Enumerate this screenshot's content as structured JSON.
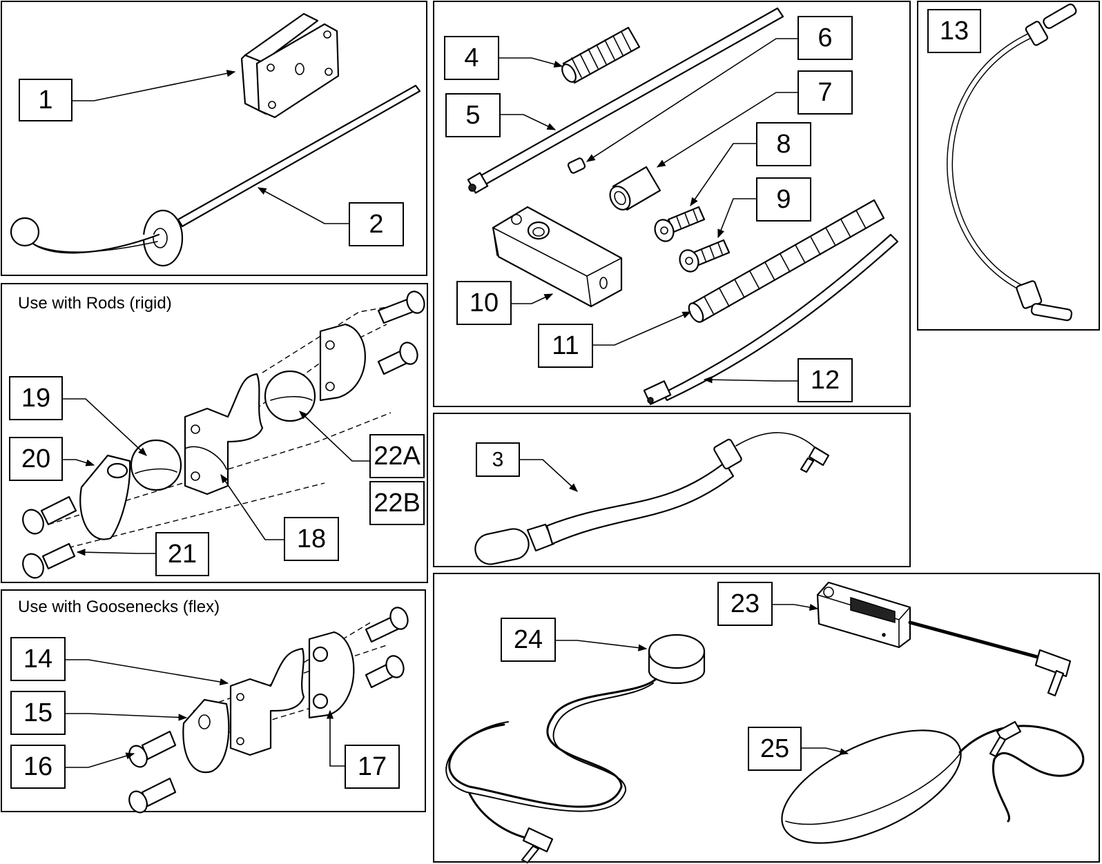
{
  "panels": {
    "rods_title": "Use with Rods (rigid)",
    "goosenecks_title": "Use with Goosenecks (flex)"
  },
  "callouts": {
    "c1": "1",
    "c2": "2",
    "c3": "3",
    "c4": "4",
    "c5": "5",
    "c6": "6",
    "c7": "7",
    "c8": "8",
    "c9": "9",
    "c10": "10",
    "c11": "11",
    "c12": "12",
    "c13": "13",
    "c14": "14",
    "c15": "15",
    "c16": "16",
    "c17": "17",
    "c18": "18",
    "c19": "19",
    "c20": "20",
    "c21": "21",
    "c22a": "22A",
    "c22b": "22B",
    "c23": "23",
    "c24": "24",
    "c25": "25"
  }
}
